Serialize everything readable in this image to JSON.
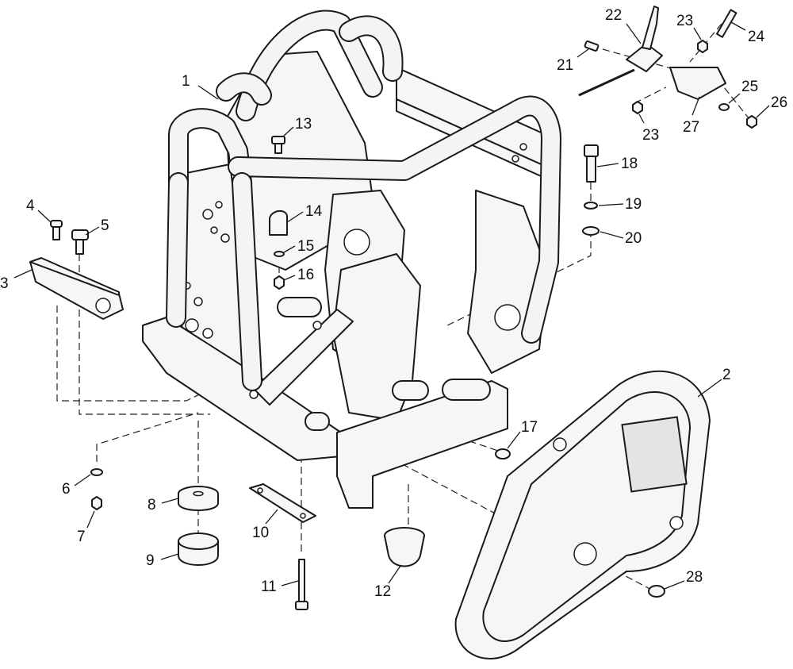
{
  "diagram": {
    "callouts": [
      {
        "id": "c1",
        "label": "1"
      },
      {
        "id": "c2",
        "label": "2"
      },
      {
        "id": "c3",
        "label": "3"
      },
      {
        "id": "c4",
        "label": "4"
      },
      {
        "id": "c5",
        "label": "5"
      },
      {
        "id": "c6",
        "label": "6"
      },
      {
        "id": "c7",
        "label": "7"
      },
      {
        "id": "c8",
        "label": "8"
      },
      {
        "id": "c9",
        "label": "9"
      },
      {
        "id": "c10",
        "label": "10"
      },
      {
        "id": "c11",
        "label": "11"
      },
      {
        "id": "c12",
        "label": "12"
      },
      {
        "id": "c13",
        "label": "13"
      },
      {
        "id": "c14",
        "label": "14"
      },
      {
        "id": "c15",
        "label": "15"
      },
      {
        "id": "c16",
        "label": "16"
      },
      {
        "id": "c17",
        "label": "17"
      },
      {
        "id": "c18",
        "label": "18"
      },
      {
        "id": "c19",
        "label": "19"
      },
      {
        "id": "c20",
        "label": "20"
      },
      {
        "id": "c21",
        "label": "21"
      },
      {
        "id": "c22",
        "label": "22"
      },
      {
        "id": "c23a",
        "label": "23"
      },
      {
        "id": "c23b",
        "label": "23"
      },
      {
        "id": "c24",
        "label": "24"
      },
      {
        "id": "c25",
        "label": "25"
      },
      {
        "id": "c26",
        "label": "26"
      },
      {
        "id": "c27",
        "label": "27"
      },
      {
        "id": "c28",
        "label": "28"
      }
    ]
  }
}
